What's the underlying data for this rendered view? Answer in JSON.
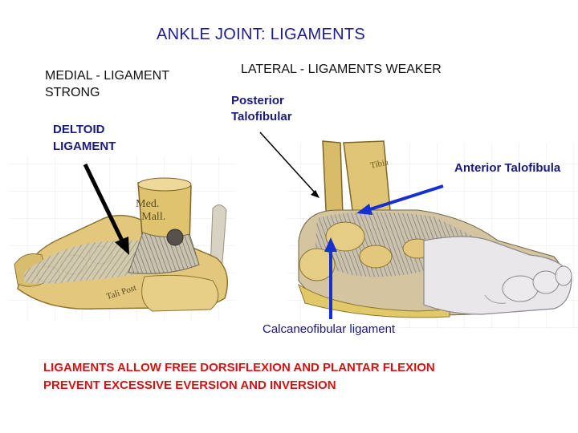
{
  "title": "ANKLE JOINT: LIGAMENTS",
  "medial": {
    "heading": "MEDIAL - LIGAMENT\nSTRONG",
    "label": "DELTOID\nLIGAMENT",
    "image_labels": {
      "mall": "Med.\nMall.",
      "tali": "Tali Post"
    }
  },
  "lateral": {
    "heading": "LATERAL - LIGAMENTS WEAKER",
    "posterior_label": "Posterior\nTalofibular",
    "anterior_label": "Anterior Talofibula",
    "calcaneo_label": "Calcaneofibular ligament",
    "image_labels": {
      "tibia": "Tibia"
    }
  },
  "summary": "LIGAMENTS ALLOW FREE DORSIFLEXION AND PLANTAR FLEXION\nPREVENT EXCESSIVE EVERSION AND INVERSION",
  "colors": {
    "title": "#1c1c8c",
    "labels": "#1a1a7a",
    "summary": "#d21414",
    "blue_arrow": "#1530d0"
  }
}
